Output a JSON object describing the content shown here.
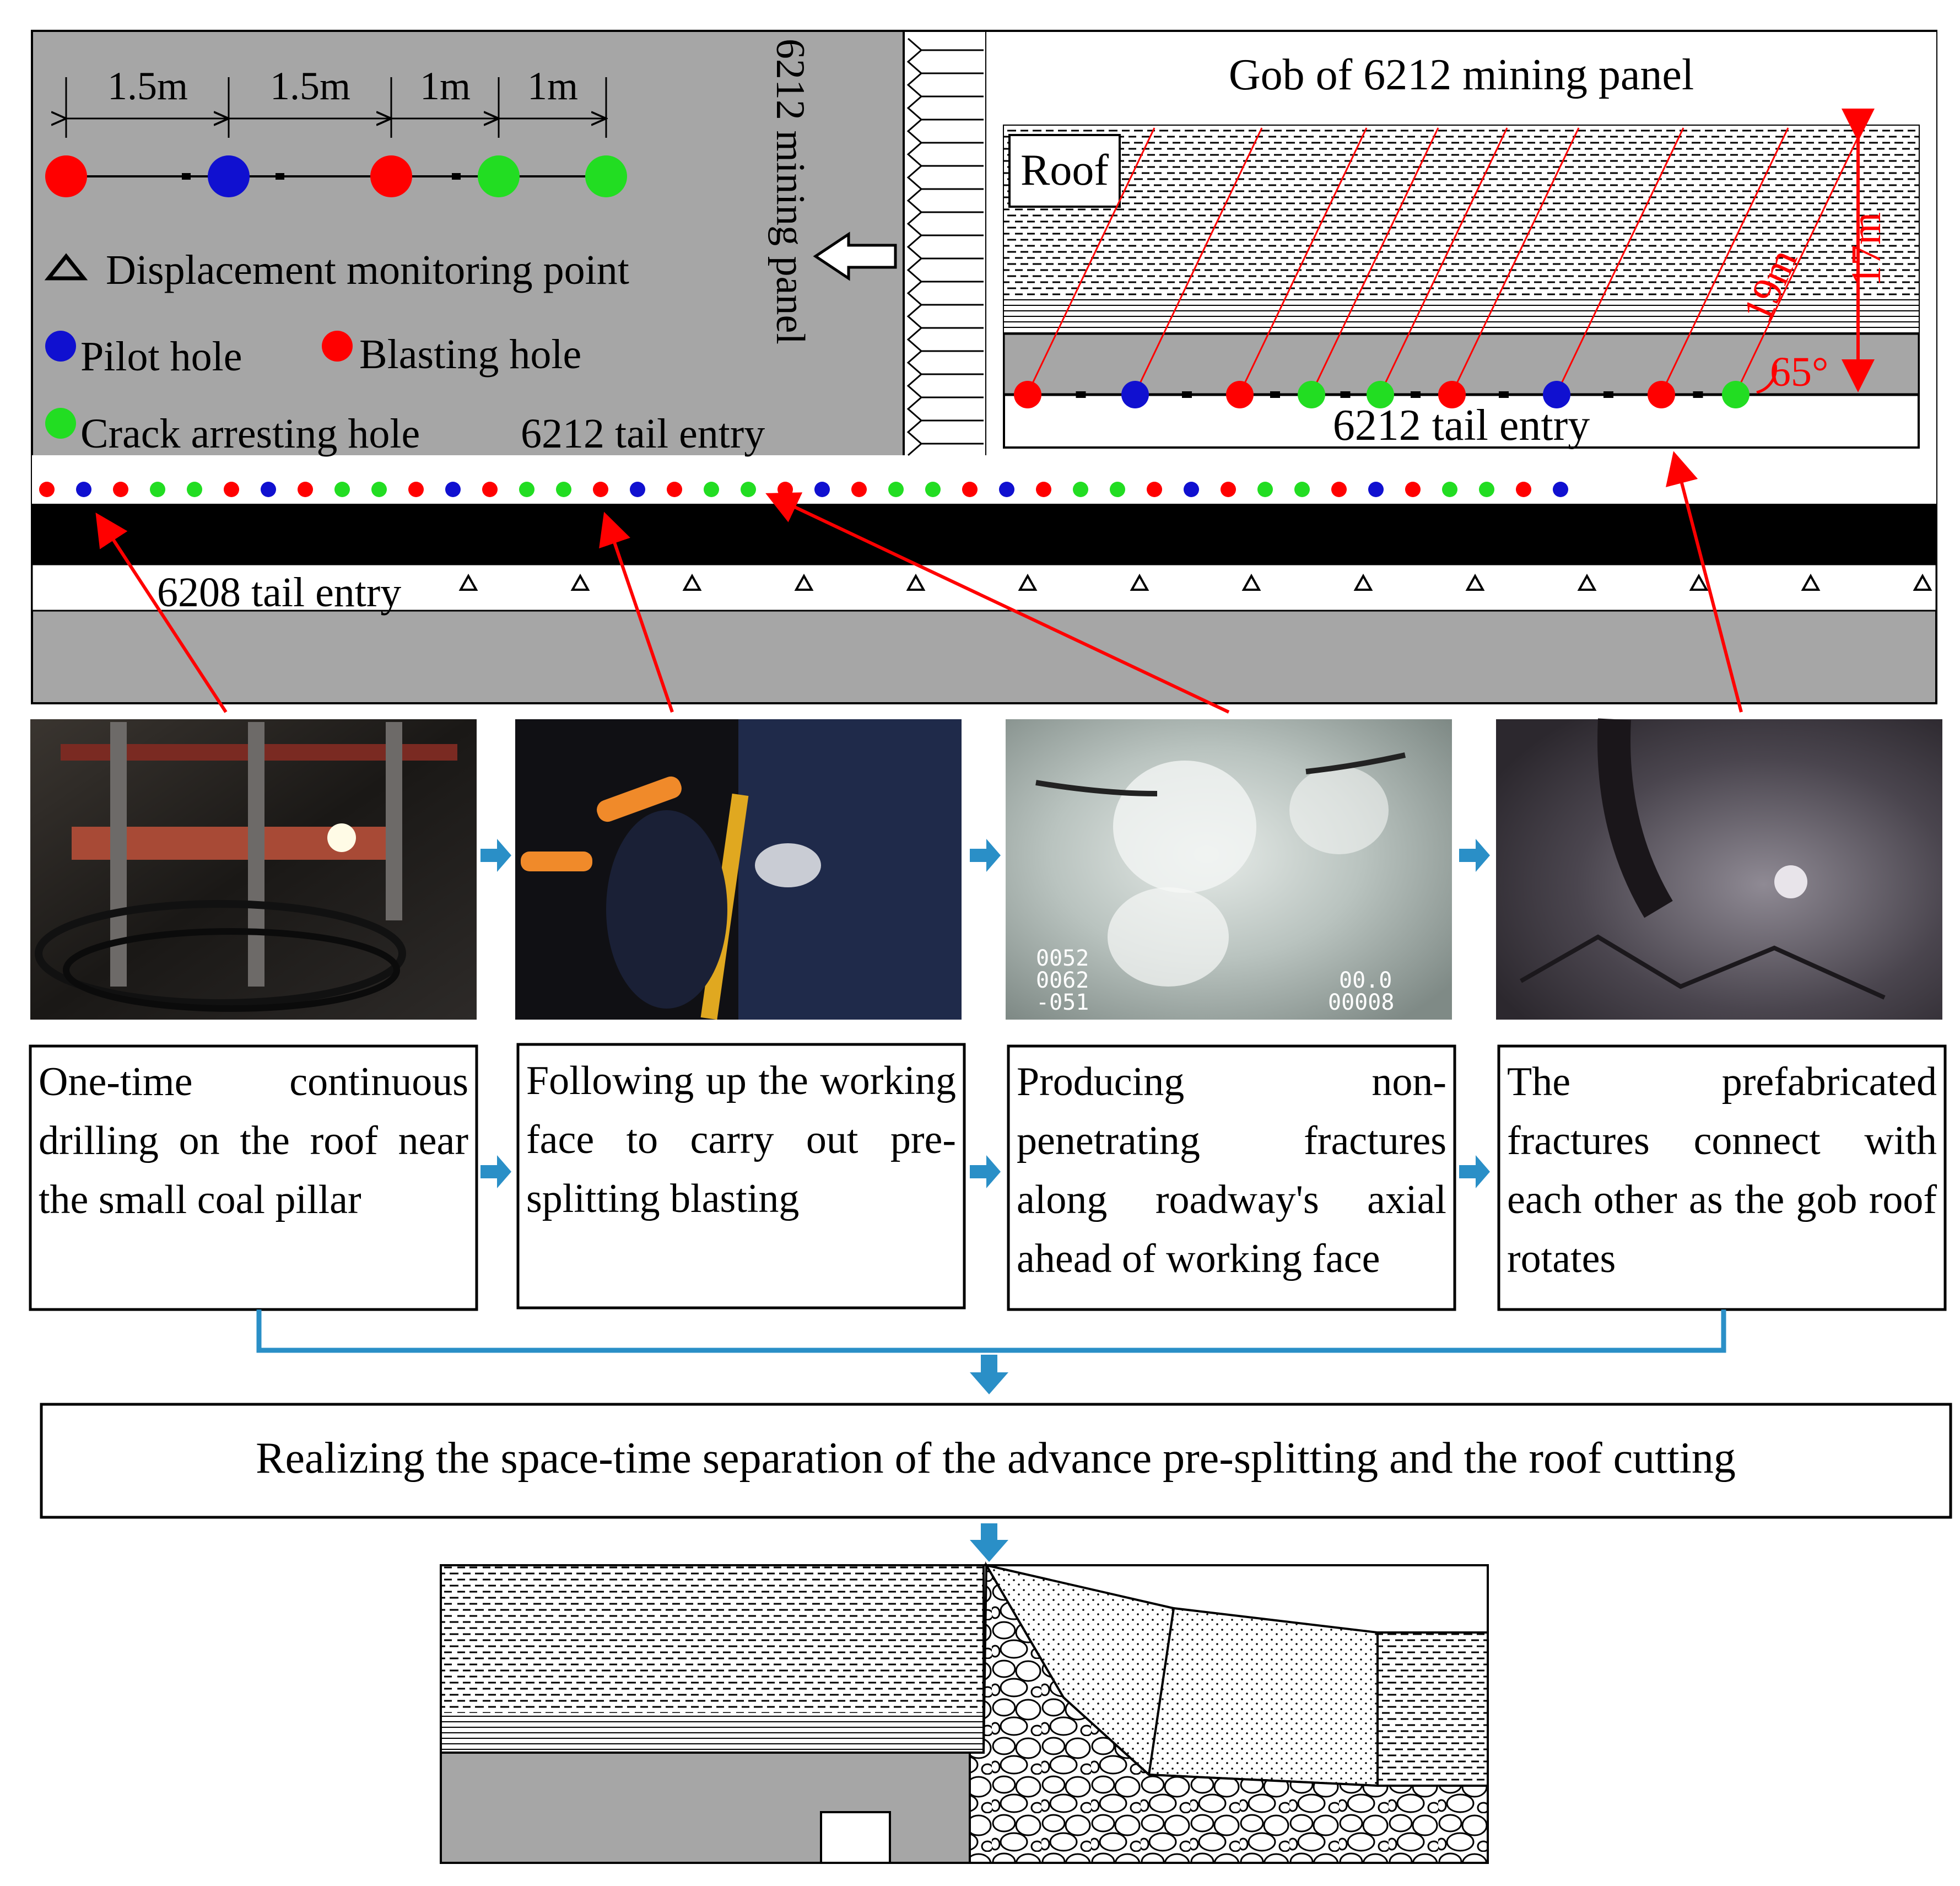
{
  "plan": {
    "spacing_labels": [
      "1.5m",
      "1.5m",
      "1m",
      "1m"
    ],
    "panel_label": "6212 mining panel",
    "legend": {
      "displacement": "Displacement monitoring point",
      "pilot": "Pilot hole",
      "blasting": "Blasting hole",
      "crack": "Crack arresting hole"
    },
    "tail_entry_6212": "6212 tail entry",
    "tail_entry_6208": "6208 tail entry"
  },
  "section": {
    "title": "Gob of 6212 mining panel",
    "roof_label": "Roof",
    "length_label": "19m",
    "height_label": "17m",
    "angle_label": "65°",
    "tail_entry": "6212 tail entry"
  },
  "photo_readouts": {
    "left_lines": [
      "0052",
      "0062",
      "-051"
    ],
    "right_lines": [
      "00.0",
      "00008"
    ]
  },
  "steps": [
    {
      "text": "One-time continuous drilling on the roof near the small coal pillar"
    },
    {
      "text": "Following up the working face to carry out pre-splitting blasting"
    },
    {
      "text": "Producing non-penetrating fractures along roadway's axial ahead of working face"
    },
    {
      "text": "The prefabricated fractures connect with each other as the gob roof rotates"
    }
  ],
  "result": "Realizing the space-time separation of the advance pre-splitting and the roof cutting",
  "colors": {
    "blasting": "#ff0000",
    "pilot": "#1010d0",
    "crack": "#22dd22",
    "gray": "#a6a6a6",
    "arrow_blue": "#2a8fc7",
    "annotation_red": "#ff0000"
  }
}
